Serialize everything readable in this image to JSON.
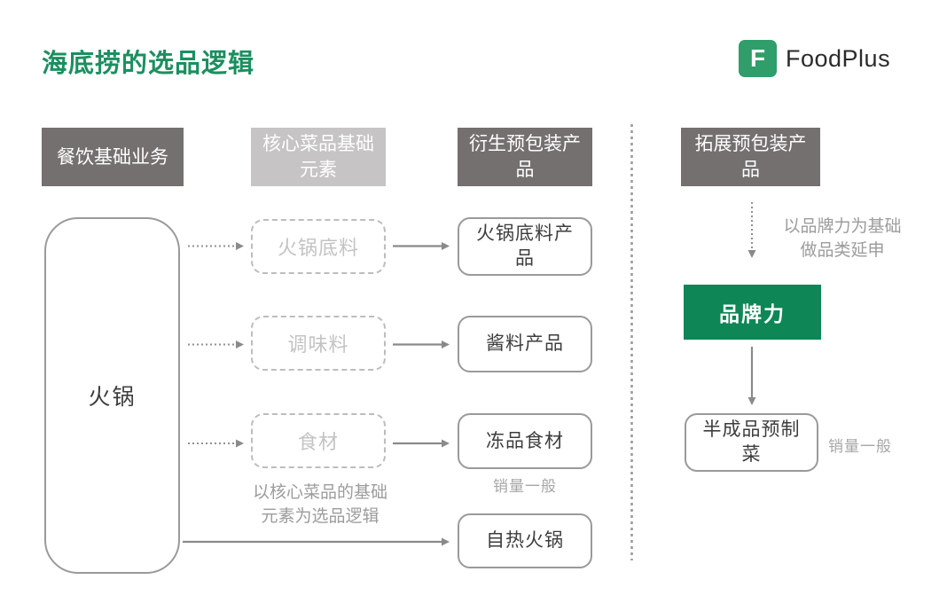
{
  "header": {
    "title": "海底捞的选品逻辑",
    "logo": {
      "letter": "F",
      "text": "FoodPlus"
    }
  },
  "column_headers": {
    "base_business": "餐饮基础业务",
    "core_elements": "核心菜品基础元素",
    "derived_products": "衍生预包装产品",
    "expanded_products": "拓展预包装产品"
  },
  "base_business": {
    "label": "火锅"
  },
  "core_elements": {
    "items": [
      {
        "label": "火锅底料"
      },
      {
        "label": "调味料"
      },
      {
        "label": "食材"
      }
    ],
    "note": "以核心菜品的基础\n元素为选品逻辑"
  },
  "derived_products": {
    "items": [
      {
        "label": "火锅底料产品"
      },
      {
        "label": "酱料产品"
      },
      {
        "label": "冻品食材"
      },
      {
        "label": "自热火锅"
      }
    ],
    "frozen_food_note": "销量一般"
  },
  "expanded_products": {
    "note": "以品牌力为基础\n做品类延申",
    "brand_power": "品牌力",
    "product": "半成品预制菜",
    "product_note": "销量一般"
  },
  "colors": {
    "title_green": "#1c8f60",
    "brand_green": "#0e8656",
    "logo_green": "#2f9e6a",
    "header_dark_gray": "#757070",
    "header_light_gray": "#c6c4c4",
    "box_border_gray": "#9a9a9a",
    "dashed_gray": "#bdbdbd",
    "arrow_gray": "#8a8a8a"
  }
}
